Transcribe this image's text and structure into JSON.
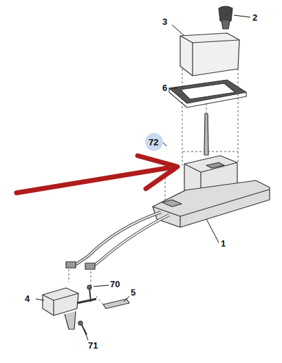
{
  "diagram": {
    "labels": [
      "2",
      "3",
      "6",
      "72",
      "1",
      "70",
      "4",
      "5",
      "71"
    ]
  }
}
